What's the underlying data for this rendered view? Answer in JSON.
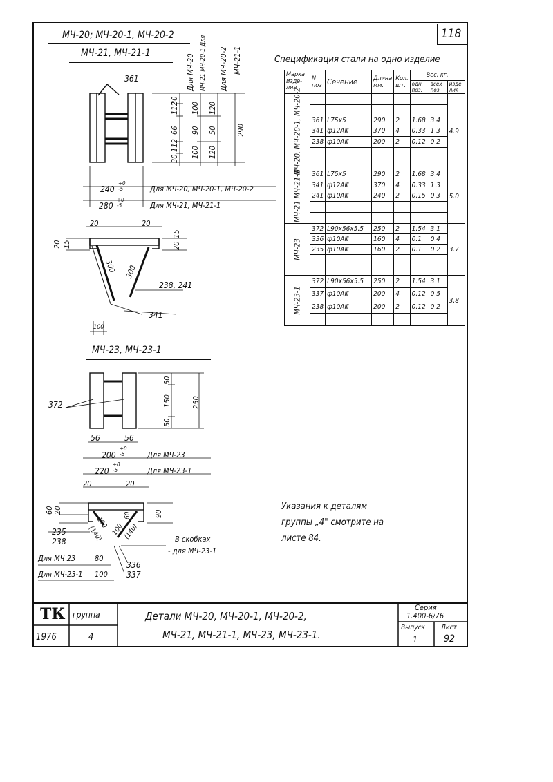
{
  "sheet_number": "118",
  "header": {
    "line1": "МЧ-20; МЧ-20-1, МЧ-20-2",
    "line2": "МЧ-21, МЧ-21-1"
  },
  "column_heads": [
    "Для МЧ-20",
    "МЧ-21 МЧ-20-1 Для",
    "Для МЧ-20-2",
    "МЧ-21-1"
  ],
  "spec": {
    "title": "Спецификация стали на одно изделие",
    "headers": {
      "mark": "Марка изде-лия",
      "pos": "N поз",
      "section": "Сечение",
      "length": "Длина мм.",
      "qty": "Кол. шт.",
      "weight": "Вес, кг.",
      "w_one": "одн. поз.",
      "w_all": "всех поз.",
      "w_item": "изде лия"
    },
    "groups": [
      {
        "mark": "МЧ-20, МЧ-20-1, МЧ-20-2",
        "item_weight": "4.9",
        "rows": [
          {
            "pos": "361",
            "section": "L75x5",
            "length": "290",
            "qty": "2",
            "w_one": "1.68",
            "w_all": "3.4"
          },
          {
            "pos": "341",
            "section": "ф12АⅢ",
            "length": "370",
            "qty": "4",
            "w_one": "0.33",
            "w_all": "1.3"
          },
          {
            "pos": "238",
            "section": "ф10АⅢ",
            "length": "200",
            "qty": "2",
            "w_one": "0.12",
            "w_all": "0.2"
          }
        ]
      },
      {
        "mark": "МЧ-21 МЧ-21-1",
        "item_weight": "5.0",
        "rows": [
          {
            "pos": "361",
            "section": "L75x5",
            "length": "290",
            "qty": "2",
            "w_one": "1.68",
            "w_all": "3.4"
          },
          {
            "pos": "341",
            "section": "ф12АⅢ",
            "length": "370",
            "qty": "4",
            "w_one": "0.33",
            "w_all": "1.3"
          },
          {
            "pos": "241",
            "section": "ф10АⅢ",
            "length": "240",
            "qty": "2",
            "w_one": "0.15",
            "w_all": "0.3"
          }
        ]
      },
      {
        "mark": "МЧ-23",
        "item_weight": "3.7",
        "rows": [
          {
            "pos": "372",
            "section": "L90x56x5.5",
            "length": "250",
            "qty": "2",
            "w_one": "1.54",
            "w_all": "3.1"
          },
          {
            "pos": "336",
            "section": "ф10АⅢ",
            "length": "160",
            "qty": "4",
            "w_one": "0.1",
            "w_all": "0.4"
          },
          {
            "pos": "235",
            "section": "ф10АⅢ",
            "length": "160",
            "qty": "2",
            "w_one": "0.1",
            "w_all": "0.2"
          }
        ]
      },
      {
        "mark": "МЧ-23-1",
        "item_weight": "3.8",
        "rows": [
          {
            "pos": "372",
            "section": "L90x56x5.5",
            "length": "250",
            "qty": "2",
            "w_one": "1.54",
            "w_all": "3.1"
          },
          {
            "pos": "337",
            "section": "ф10АⅢ",
            "length": "200",
            "qty": "4",
            "w_one": "0.12",
            "w_all": "0.5"
          },
          {
            "pos": "238",
            "section": "ф10АⅢ",
            "length": "200",
            "qty": "2",
            "w_one": "0.12",
            "w_all": "0.2"
          }
        ]
      }
    ]
  },
  "drawing1": {
    "pos_label": "361",
    "dims_a": [
      "30",
      "112",
      "66",
      "112",
      "30"
    ],
    "dims_b": [
      "100",
      "90",
      "100"
    ],
    "dims_c": [
      "120",
      "50",
      "120"
    ],
    "total": "290",
    "width_a": "240",
    "width_a_tol": "+0 -5",
    "width_a_note": "Для МЧ-20, МЧ-20-1, МЧ-20-2",
    "width_b": "280",
    "width_b_tol": "+0 -5",
    "width_b_note": "Для МЧ-21, МЧ-21-1"
  },
  "drawing2": {
    "dims": [
      "20",
      "20",
      "20",
      "15",
      "20",
      "15"
    ],
    "bar_a": "300",
    "bar_b": "300",
    "pos_a": "238, 241",
    "pos_b": "341",
    "base": "100"
  },
  "drawing3": {
    "title": "МЧ-23,   МЧ-23-1",
    "pos_label": "372",
    "dims_v": [
      "50",
      "150",
      "50"
    ],
    "total": "250",
    "flange_a": "56",
    "flange_b": "56",
    "width_a": "200",
    "width_a_tol": "+0 -5",
    "width_a_note": "Для МЧ-23",
    "width_b": "220",
    "width_b_tol": "+0 -5",
    "width_b_note": "Для МЧ-23-1"
  },
  "drawing4": {
    "dims_top": [
      "20",
      "20"
    ],
    "dims_left": [
      "60",
      "20"
    ],
    "dim_right": "90",
    "bar_a": "100",
    "bar_a_alt": "(140)",
    "bar_b": "100",
    "bar_b_alt": "(140)",
    "bar_c": "60",
    "pos_left_a": "235",
    "pos_left_b": "238",
    "pos_right_a": "336",
    "pos_right_b": "337",
    "note_brackets": "В скобках",
    "note_brackets_2": "- для МЧ-23-1",
    "base_a_label": "Для МЧ 23",
    "base_a": "80",
    "base_b_label": "Для МЧ-23-1",
    "base_b": "100"
  },
  "note": {
    "line1": "Указания к деталям",
    "line2": "группы „4\" смотрите на",
    "line3": "листе 84."
  },
  "title_block": {
    "org": "ТК",
    "group_label": "группа",
    "year": "1976",
    "group": "4",
    "title_line1": "Детали МЧ-20, МЧ-20-1, МЧ-20-2,",
    "title_line2": "МЧ-21, МЧ-21-1, МЧ-23, МЧ-23-1.",
    "series_label": "Серия",
    "series": "1.400-6/76",
    "issue_label": "Выпуск",
    "issue": "1",
    "sheet_label": "Лист",
    "sheet": "92"
  }
}
